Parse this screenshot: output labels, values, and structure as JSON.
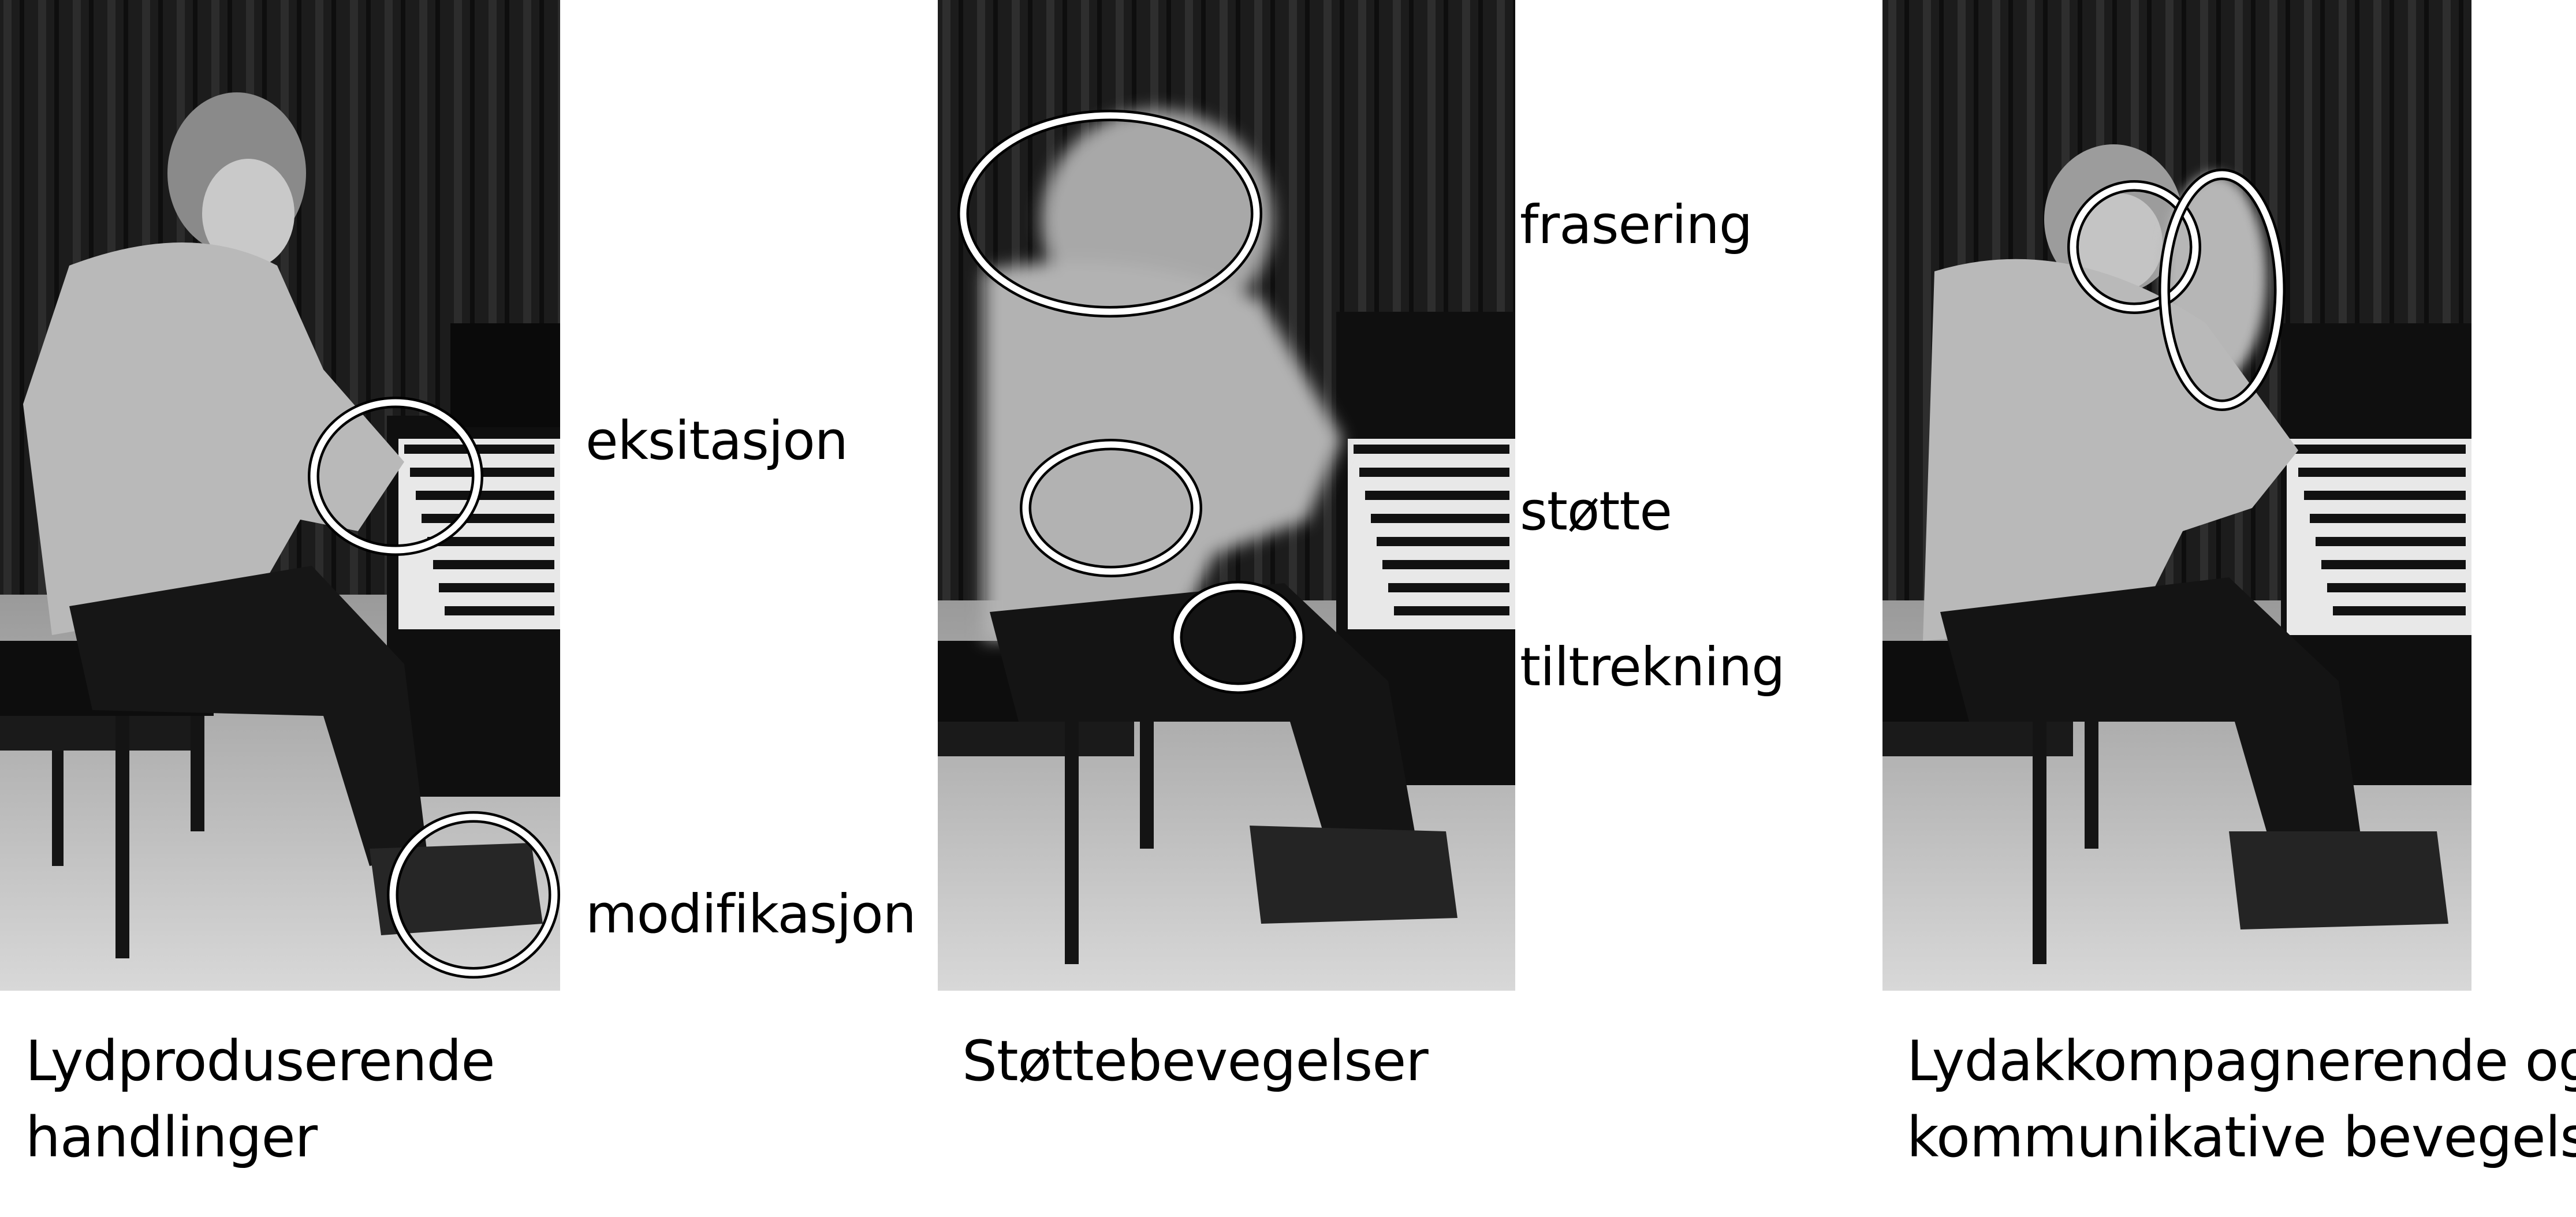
{
  "panels": [
    {
      "caption_lines": [
        "Lydproduserende",
        "handlinger"
      ],
      "annotations": [
        "eksitasjon",
        "modifikasjon"
      ]
    },
    {
      "caption_lines": [
        "Støttebevegelser"
      ],
      "annotations": [
        "frasering",
        "støtte",
        "tiltrekning"
      ]
    },
    {
      "caption_lines": [
        "Lydakkompagnerende og",
        "kommunikative bevegelser"
      ],
      "annotations": []
    }
  ],
  "colors": {
    "circle_stroke": "#ffffff",
    "circle_outline": "#000000",
    "text": "#000000",
    "background": "#ffffff"
  }
}
